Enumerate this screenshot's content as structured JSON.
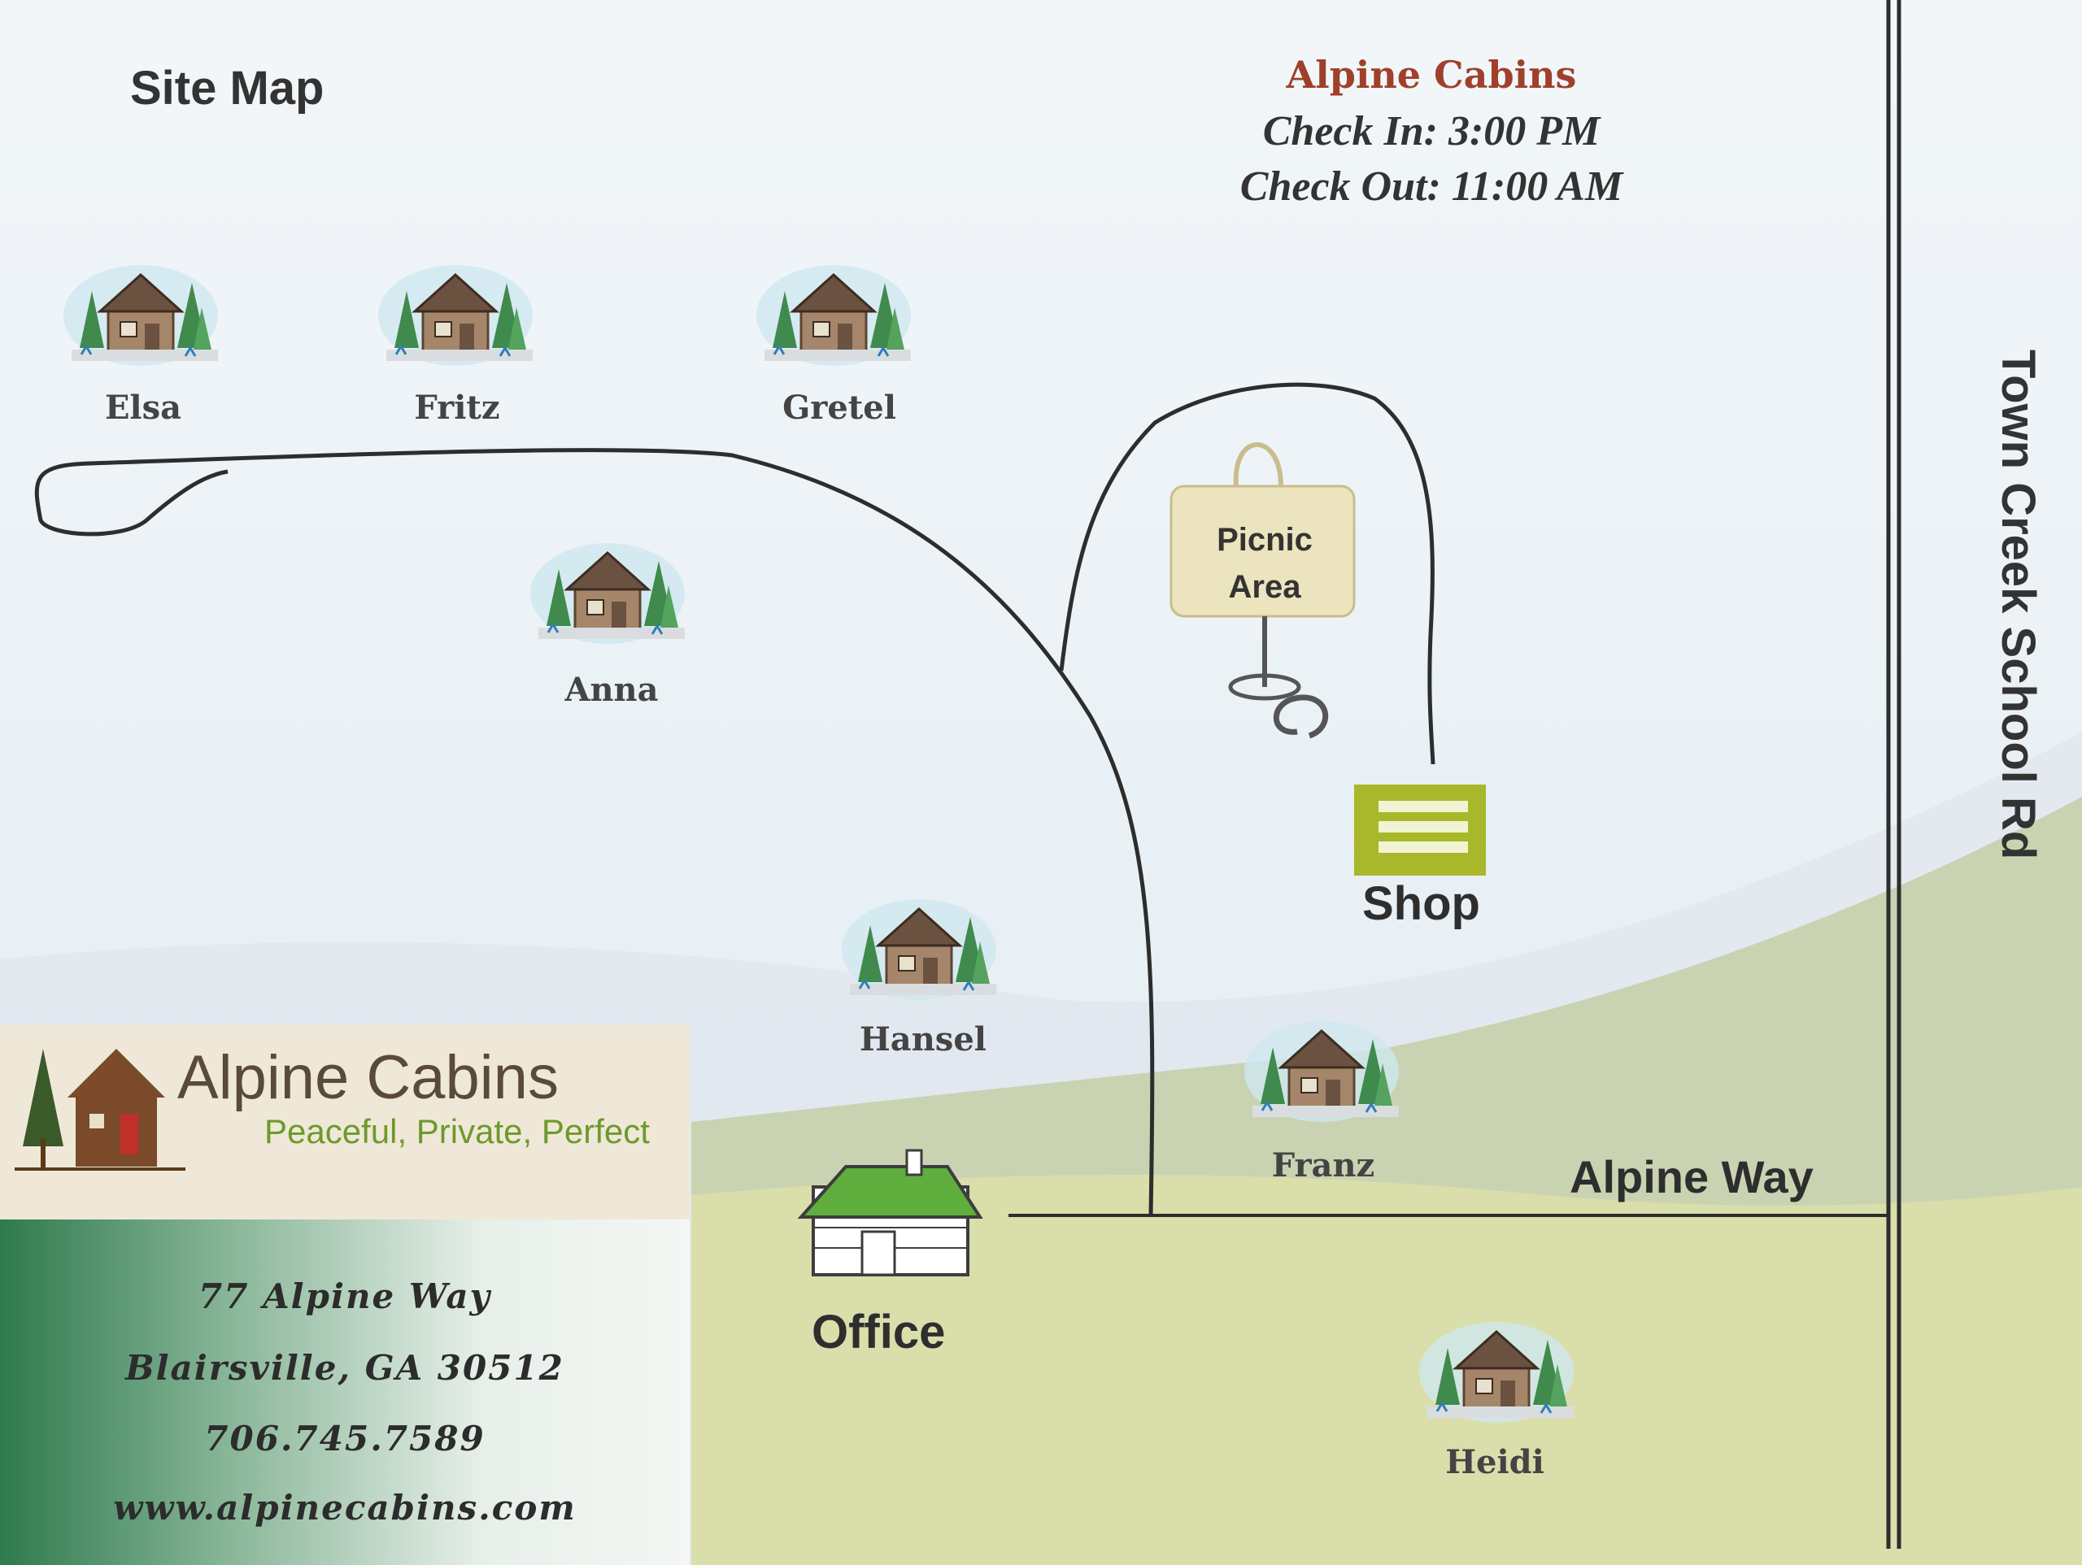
{
  "site_title": "Site Map",
  "info": {
    "title": "Alpine Cabins",
    "check_in": "Check In:  3:00 PM",
    "check_out": "Check Out:  11:00 AM"
  },
  "cabins": [
    {
      "name": "Elsa"
    },
    {
      "name": "Fritz"
    },
    {
      "name": "Gretel"
    },
    {
      "name": "Anna"
    },
    {
      "name": "Hansel"
    },
    {
      "name": "Franz"
    },
    {
      "name": "Heidi"
    }
  ],
  "landmarks": {
    "picnic_line1": "Picnic",
    "picnic_line2": "Area",
    "shop": "Shop",
    "office": "Office"
  },
  "roads": {
    "alpine_way": "Alpine Way",
    "town_creek": "Town Creek School Rd"
  },
  "brand": {
    "name": "Alpine Cabins",
    "tagline": "Peaceful, Private, Perfect",
    "address_line1": "77 Alpine Way",
    "address_line2": "Blairsville, GA 30512",
    "phone": "706.745.7589",
    "website": "www.alpinecabins.com"
  },
  "colors": {
    "sky": "#eef3f7",
    "hill": "#c9d3b2",
    "meadow": "#e3e3a6",
    "road": "#2d2d2d",
    "shop_green": "#a8b82a",
    "office_roof": "#5fae3e"
  }
}
